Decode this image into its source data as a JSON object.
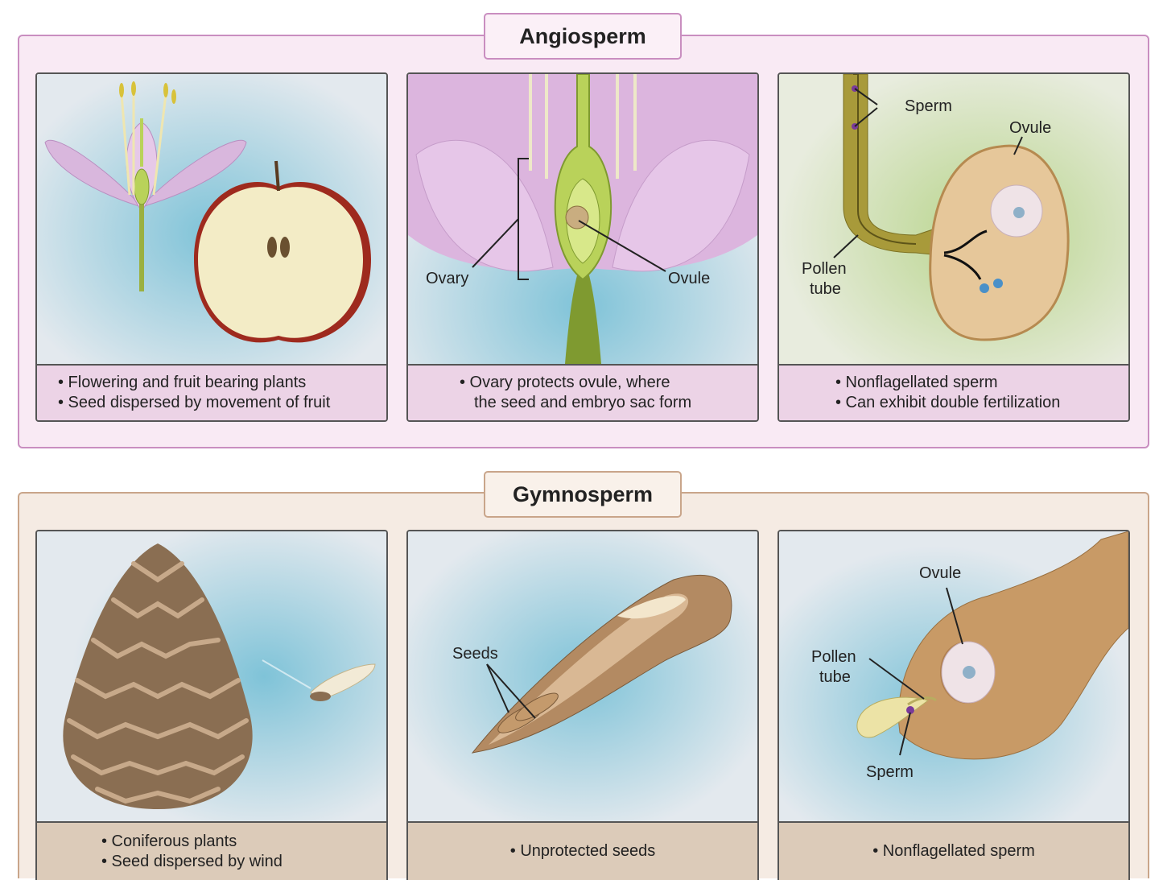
{
  "angiosperm": {
    "title": "Angiosperm",
    "panels": [
      {
        "bullets": [
          "• Flowering and fruit bearing plants",
          "• Seed dispersed by movement of fruit"
        ]
      },
      {
        "labels": {
          "ovary": "Ovary",
          "ovule": "Ovule"
        },
        "bullets": [
          "• Ovary protects ovule, where",
          "the seed and embryo sac form"
        ]
      },
      {
        "labels": {
          "sperm": "Sperm",
          "ovule": "Ovule",
          "pollen_tube_1": "Pollen",
          "pollen_tube_2": "tube"
        },
        "bullets": [
          "• Nonflagellated sperm",
          "• Can exhibit double fertilization"
        ]
      }
    ]
  },
  "gymnosperm": {
    "title": "Gymnosperm",
    "panels": [
      {
        "bullets": [
          "• Coniferous plants",
          "• Seed dispersed by wind"
        ]
      },
      {
        "labels": {
          "seeds": "Seeds"
        },
        "bullets": [
          "• Unprotected seeds"
        ]
      },
      {
        "labels": {
          "ovule": "Ovule",
          "pollen_tube_1": "Pollen",
          "pollen_tube_2": "tube",
          "sperm": "Sperm"
        },
        "bullets": [
          "• Nonflagellated sperm"
        ]
      }
    ]
  },
  "colors": {
    "angiosperm_border": "#c98ec0",
    "angiosperm_fill": "#f9eaf4",
    "gymnosperm_border": "#c9a58a",
    "gymnosperm_fill": "#f5ebe3"
  }
}
